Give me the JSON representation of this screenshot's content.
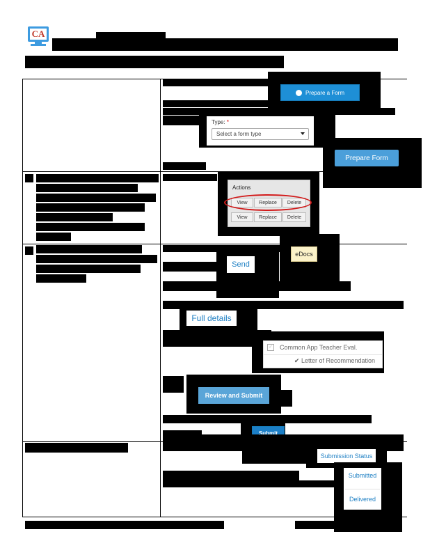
{
  "logo": {
    "text": "CA"
  },
  "form_dialog": {
    "prepare_button_label": "Prepare a Form",
    "type_label": "Type:",
    "required_mark": "*",
    "select_value": "Select a form type",
    "submit_label": "Prepare Form"
  },
  "actions_panel": {
    "header": "Actions",
    "rows": [
      {
        "view": "View",
        "replace": "Replace",
        "delete": "Delete"
      },
      {
        "view": "View",
        "replace": "Replace",
        "delete": "Delete"
      }
    ]
  },
  "send_section": {
    "send_label": "Send",
    "edocs_label": "eDocs",
    "full_details_label": "Full details",
    "checklist_item": "Common App Teacher Eval.",
    "checklist_sub": "Letter of Recommendation",
    "review_submit_label": "Review and Submit",
    "submit_label": "Submit"
  },
  "status_section": {
    "status_label": "Submission Status",
    "submitted_label": "Submitted",
    "delivered_label": "Delivered"
  }
}
